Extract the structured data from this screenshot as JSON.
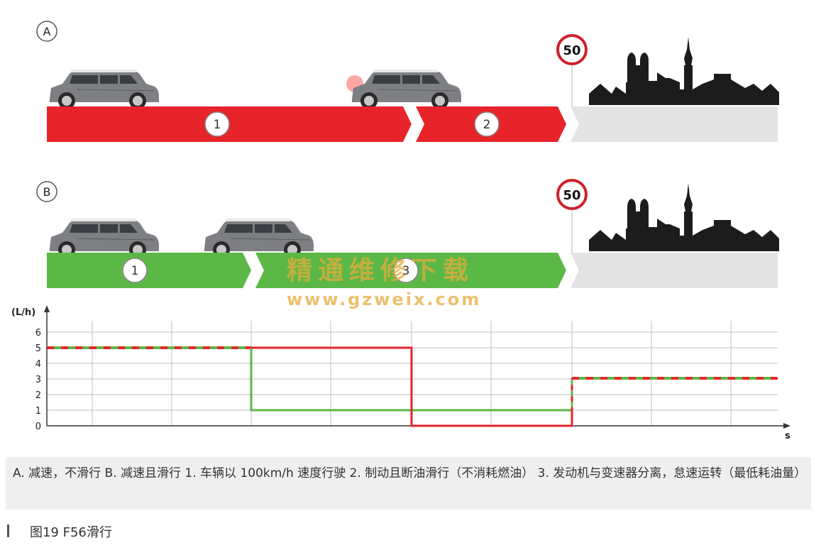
{
  "panelA": {
    "label": "A",
    "markers": [
      "1",
      "2"
    ],
    "speed_sign": "50"
  },
  "panelB": {
    "label": "B",
    "markers": [
      "1",
      "3"
    ],
    "speed_sign": "50"
  },
  "chart": {
    "y_unit": "(L/h)",
    "x_unit": "s",
    "y_ticks": [
      "0",
      "1",
      "2",
      "3",
      "4",
      "5",
      "6"
    ],
    "series_A_color": "#e8242b",
    "series_B_color": "#5cb846",
    "series_A_values": [
      5,
      5,
      0,
      3.1
    ],
    "series_B_values": [
      5,
      1,
      1,
      3.1
    ]
  },
  "colors": {
    "red_bar": "#e8242b",
    "green_bar": "#5cb846",
    "road_grey": "#e4e4e4",
    "silhouette": "#1c1c1c"
  },
  "caption": "A. 减速，不滑行   B. 减速且滑行   1. 车辆以 100km/h 速度行驶   2. 制动且断油滑行（不消耗燃油）   3. 发动机与变速器分离，怠速运转（最低耗油量）",
  "figure_label": "图19   F56滑行",
  "watermark": {
    "line1": "精通维修下载",
    "line2": "www.gzweix.com"
  }
}
